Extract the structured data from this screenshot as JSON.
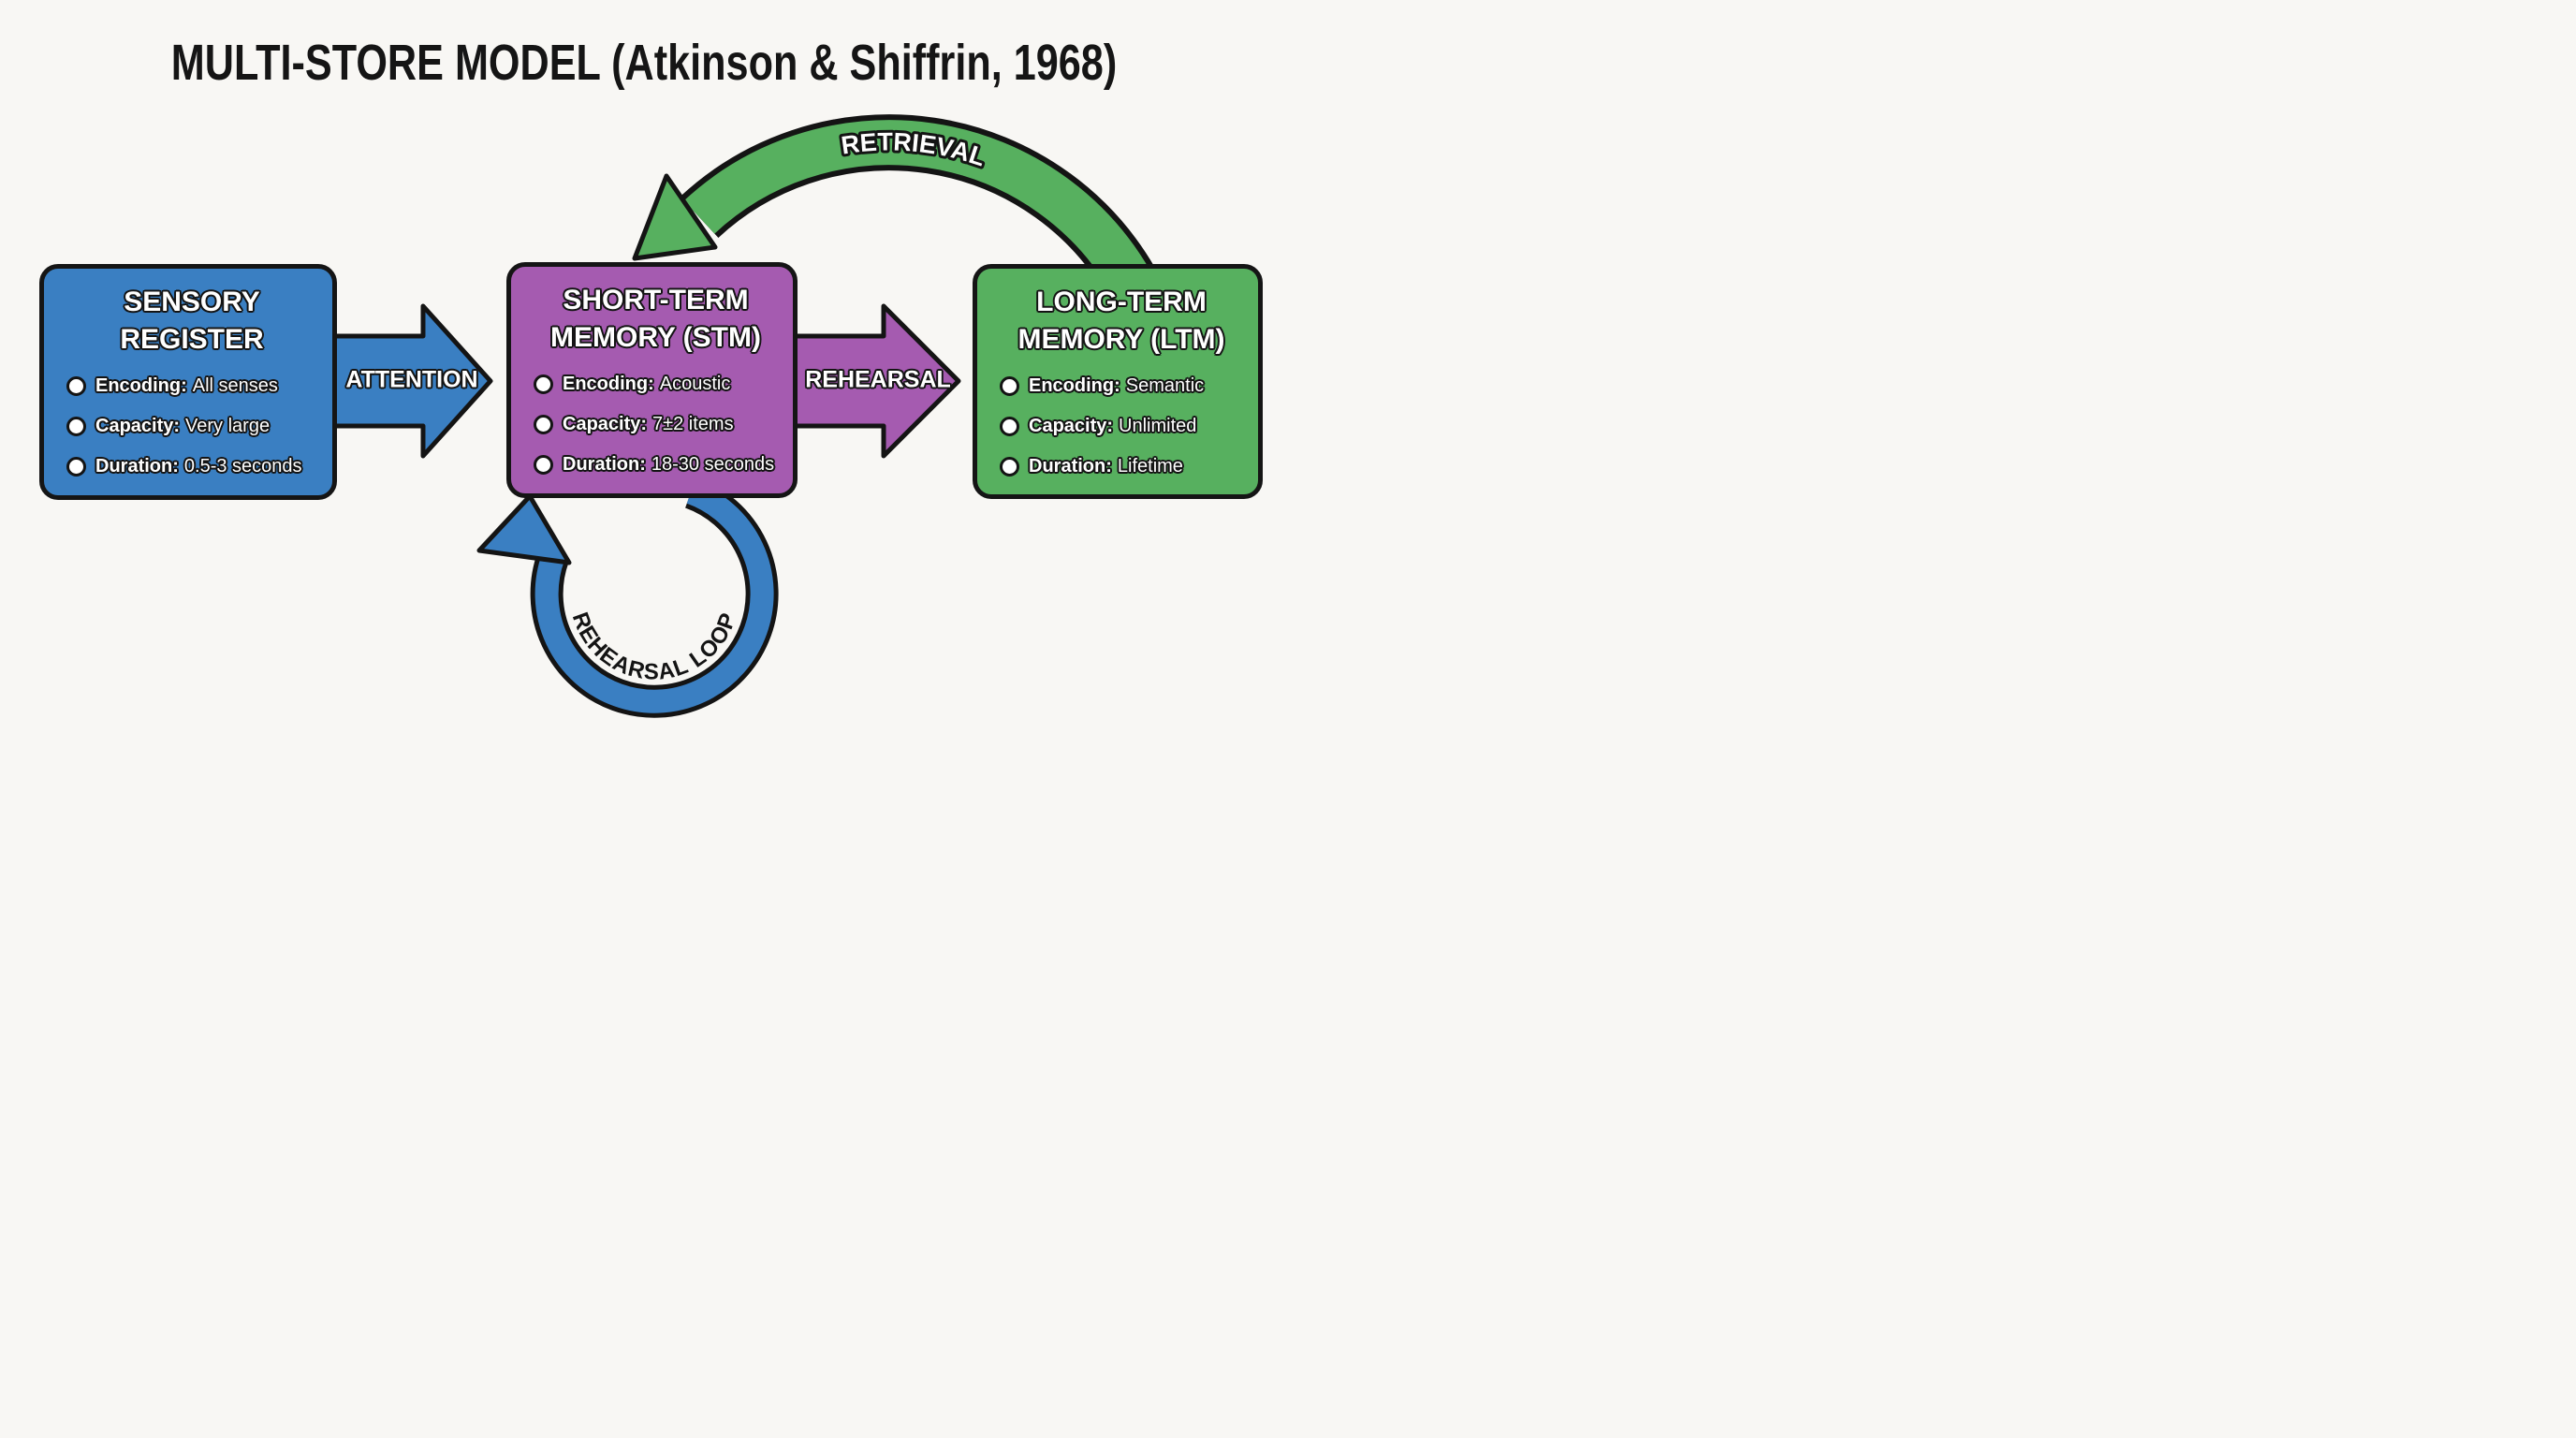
{
  "title": "MULTI-STORE MODEL (Atkinson & Shiffrin, 1968)",
  "boxes": [
    {
      "name": "sensory-register",
      "lines": [
        "SENSORY",
        "REGISTER"
      ],
      "color": "#3a7fc2",
      "bullets": [
        {
          "label": "Encoding:",
          "value": "All senses"
        },
        {
          "label": "Capacity:",
          "value": "Very large"
        },
        {
          "label": "Duration:",
          "value": "0.5-3 seconds"
        }
      ]
    },
    {
      "name": "short-term-memory",
      "lines": [
        "SHORT-TERM",
        "MEMORY (STM)"
      ],
      "color": "#a55bb0",
      "bullets": [
        {
          "label": "Encoding:",
          "value": "Acoustic"
        },
        {
          "label": "Capacity:",
          "value": "7±2 items"
        },
        {
          "label": "Duration:",
          "value": "18-30 seconds"
        }
      ]
    },
    {
      "name": "long-term-memory",
      "lines": [
        "LONG-TERM",
        "MEMORY (LTM)"
      ],
      "color": "#57b05f",
      "bullets": [
        {
          "label": "Encoding:",
          "value": "Semantic"
        },
        {
          "label": "Capacity:",
          "value": "Unlimited"
        },
        {
          "label": "Duration:",
          "value": "Lifetime"
        }
      ]
    }
  ],
  "arrows": {
    "attention": "ATTENTION",
    "rehearsal": "REHEARSAL",
    "retrieval": "RETRIEVAL",
    "rehearsal_loop": "REHEARSAL LOOP"
  },
  "colors": {
    "blue": "#3a7fc2",
    "purple": "#a55bb0",
    "green": "#57b05f",
    "outline": "#141414",
    "background": "#f8f7f4"
  }
}
